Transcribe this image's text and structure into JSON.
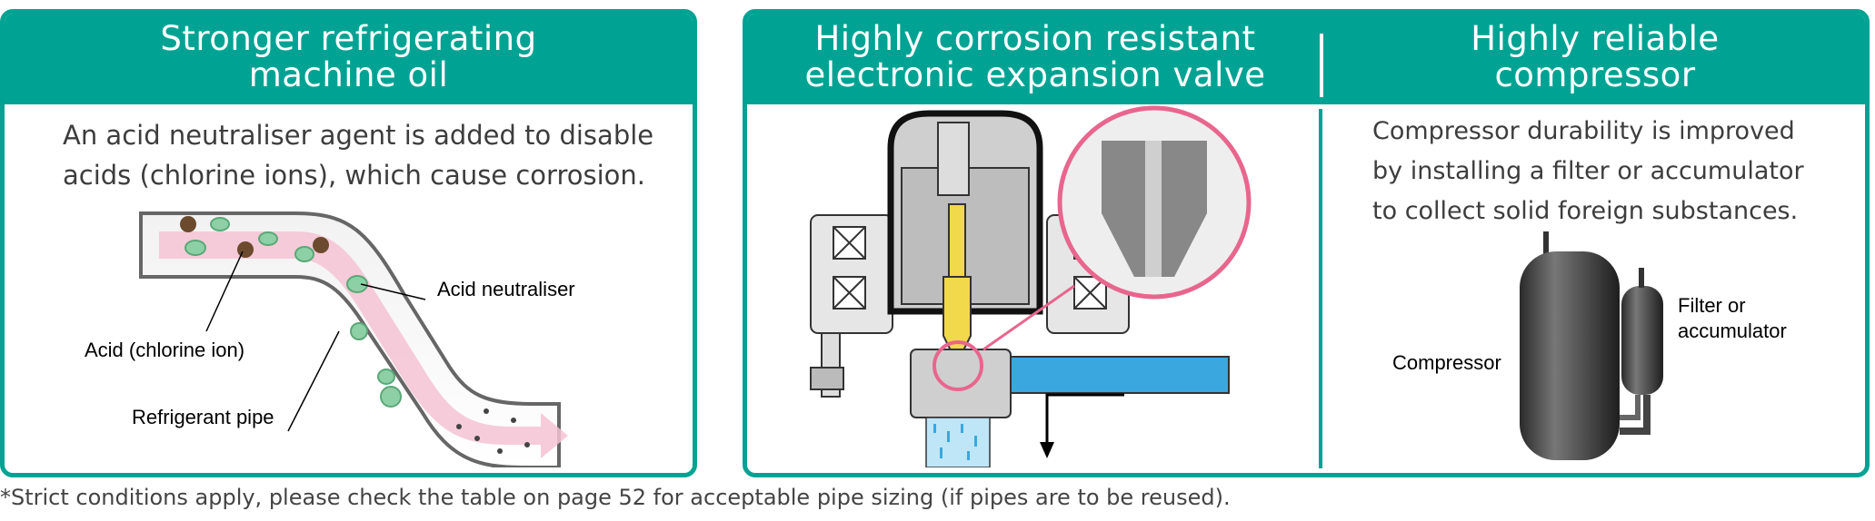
{
  "panel1": {
    "title": "Stronger refrigerating\nmachine oil",
    "text": "An acid neutraliser agent is added to disable acids (chlorine ions), which cause corrosion.",
    "labels": {
      "neutraliser": "Acid neutraliser",
      "acid": "Acid (chlorine ion)",
      "pipe": "Refrigerant pipe"
    }
  },
  "panel2": {
    "title": "Highly corrosion resistant\nelectronic expansion valve"
  },
  "panel3": {
    "title": "Highly reliable\ncompressor",
    "text": "Compressor durability is improved by installing a filter or accumulator to collect solid foreign substances.",
    "labels": {
      "compressor": "Compressor",
      "filter": "Filter or\naccumulator"
    }
  },
  "footnote": "*Strict conditions apply, please check the table on page 52 for acceptable pipe sizing (if pipes are to be reused).",
  "colors": {
    "accent": "#00a393",
    "highlight_pink": "#e8668e",
    "valve_yellow": "#f2d84b",
    "water_blue": "#3aa7df"
  }
}
